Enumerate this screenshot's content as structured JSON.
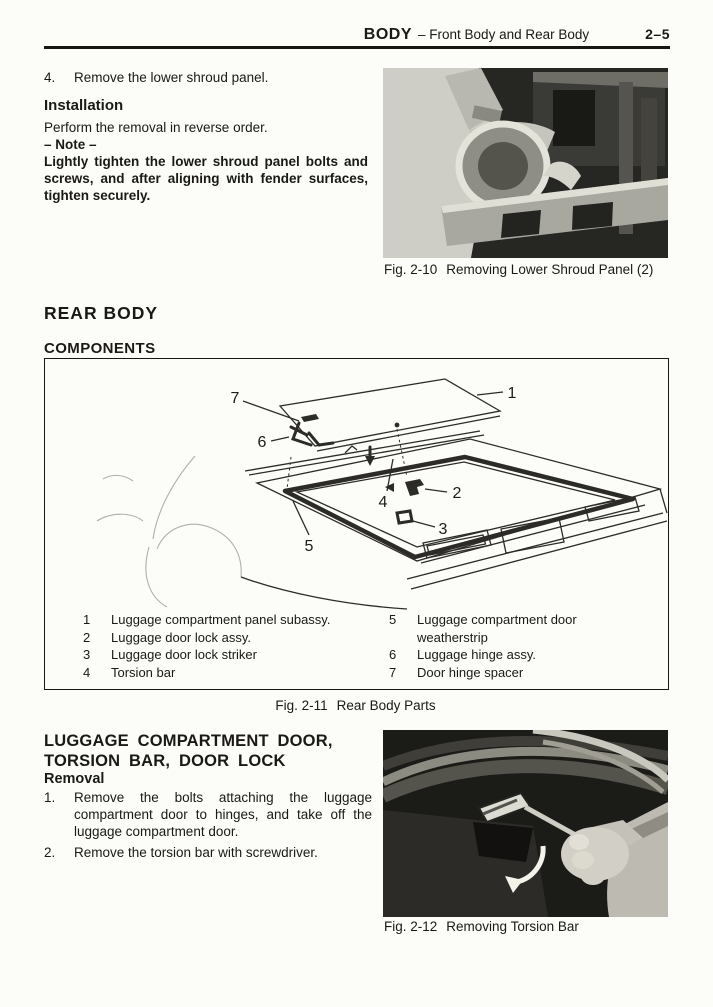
{
  "header": {
    "section": "BODY",
    "subtitle": "– Front Body and Rear Body",
    "page_number": "2–5"
  },
  "front_body": {
    "step": {
      "num": "4.",
      "text": "Remove the lower shroud panel."
    },
    "installation_heading": "Installation",
    "installation_text": "Perform the removal in reverse order.",
    "note_heading": "– Note –",
    "note_text": "Lightly tighten the lower shroud panel bolts and screws, and after aligning with fender surfaces, tighten securely.",
    "fig_caption": {
      "fig": "Fig. 2-10",
      "label": "Removing Lower Shroud Panel (2)"
    }
  },
  "rear_body": {
    "heading": "REAR BODY",
    "components_heading": "COMPONENTS",
    "parts_left": [
      {
        "num": "1",
        "label": "Luggage compartment panel subassy."
      },
      {
        "num": "2",
        "label": "Luggage door lock assy."
      },
      {
        "num": "3",
        "label": "Luggage door lock striker"
      },
      {
        "num": "4",
        "label": "Torsion bar"
      }
    ],
    "parts_right": [
      {
        "num": "5",
        "label": "Luggage compartment door weatherstrip"
      },
      {
        "num": "6",
        "label": "Luggage hinge assy."
      },
      {
        "num": "7",
        "label": "Door hinge spacer"
      }
    ],
    "callouts": {
      "c1": "1",
      "c2": "2",
      "c3": "3",
      "c4": "4",
      "c5": "5",
      "c6": "6",
      "c7": "7"
    },
    "fig_caption": {
      "fig": "Fig. 2-11",
      "label": "Rear Body Parts"
    }
  },
  "luggage_section": {
    "heading_line1": "LUGGAGE COMPARTMENT DOOR,",
    "heading_line2": "TORSION BAR, DOOR LOCK",
    "removal_heading": "Removal",
    "steps": [
      {
        "num": "1.",
        "text": "Remove the bolts attaching the luggage compartment door to hinges, and take off the luggage compartment door."
      },
      {
        "num": "2.",
        "text": "Remove the torsion bar with screwdriver."
      }
    ],
    "fig_caption": {
      "fig": "Fig. 2-12",
      "label": "Removing Torsion Bar"
    }
  }
}
